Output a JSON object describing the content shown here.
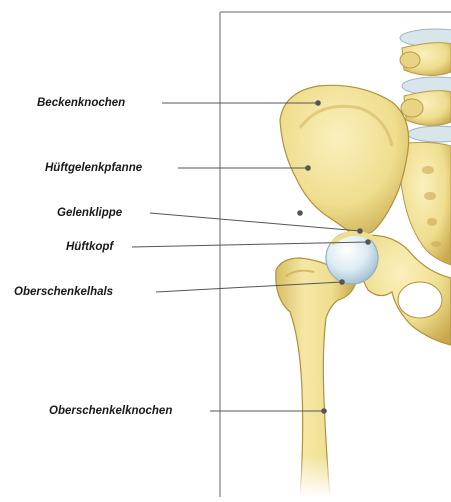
{
  "diagram": {
    "colors": {
      "bone": "#EFDE8E",
      "bone_dark": "#C9A94E",
      "bone_light": "#F8ECB2",
      "cartilage": "#CFE2EE",
      "disc": "#D8E6EC",
      "frame_line": "#9A9A9A",
      "leader_line": "#555555"
    },
    "labels": [
      {
        "id": "beckenknochen",
        "text": "Beckenknochen"
      },
      {
        "id": "hueftgelenkpfanne",
        "text": "Hüftgelenkpfanne"
      },
      {
        "id": "gelenklippe",
        "text": "Gelenklippe"
      },
      {
        "id": "hueftkopf",
        "text": "Hüftkopf"
      },
      {
        "id": "oberschenkelhals",
        "text": "Oberschenkelhals"
      },
      {
        "id": "oberschenkelknochen",
        "text": "Oberschenkelknochen"
      }
    ]
  }
}
